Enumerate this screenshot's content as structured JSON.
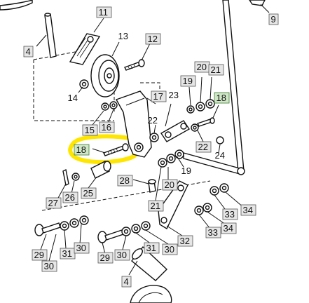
{
  "colors": {
    "highlight": "#ffe600",
    "green_callout": "#cfe7c6",
    "gray_callout": "#e6e6e6"
  },
  "callouts": [
    {
      "id": "c11",
      "label": "11",
      "box": "gray"
    },
    {
      "id": "c13",
      "label": "13",
      "box": "none"
    },
    {
      "id": "c12",
      "label": "12",
      "box": "gray"
    },
    {
      "id": "c9",
      "label": "9",
      "box": "gray"
    },
    {
      "id": "c4a",
      "label": "4",
      "box": "gray"
    },
    {
      "id": "c14",
      "label": "14",
      "box": "none"
    },
    {
      "id": "c17",
      "label": "17",
      "box": "gray"
    },
    {
      "id": "c23",
      "label": "23",
      "box": "none"
    },
    {
      "id": "c19a",
      "label": "19",
      "box": "gray"
    },
    {
      "id": "c20a",
      "label": "20",
      "box": "gray"
    },
    {
      "id": "c21a",
      "label": "21",
      "box": "gray"
    },
    {
      "id": "c18a",
      "label": "18",
      "box": "green"
    },
    {
      "id": "c15",
      "label": "15",
      "box": "gray"
    },
    {
      "id": "c16",
      "label": "16",
      "box": "gray"
    },
    {
      "id": "c22a",
      "label": "22",
      "box": "none"
    },
    {
      "id": "c22b",
      "label": "22",
      "box": "gray"
    },
    {
      "id": "c24",
      "label": "24",
      "box": "none"
    },
    {
      "id": "c18b",
      "label": "18",
      "box": "green"
    },
    {
      "id": "c19b",
      "label": "19",
      "box": "none"
    },
    {
      "id": "c28",
      "label": "28",
      "box": "gray"
    },
    {
      "id": "c20b",
      "label": "20",
      "box": "gray"
    },
    {
      "id": "c21b",
      "label": "21",
      "box": "gray"
    },
    {
      "id": "c27",
      "label": "27",
      "box": "gray"
    },
    {
      "id": "c26",
      "label": "26",
      "box": "gray"
    },
    {
      "id": "c25",
      "label": "25",
      "box": "gray"
    },
    {
      "id": "c33a",
      "label": "33",
      "box": "gray"
    },
    {
      "id": "c34a",
      "label": "34",
      "box": "gray"
    },
    {
      "id": "c33b",
      "label": "33",
      "box": "gray"
    },
    {
      "id": "c34b",
      "label": "34",
      "box": "gray"
    },
    {
      "id": "c32",
      "label": "32",
      "box": "gray"
    },
    {
      "id": "c29a",
      "label": "29",
      "box": "gray"
    },
    {
      "id": "c31a",
      "label": "31",
      "box": "gray"
    },
    {
      "id": "c30a",
      "label": "30",
      "box": "gray"
    },
    {
      "id": "c30b",
      "label": "30",
      "box": "gray"
    },
    {
      "id": "c29b",
      "label": "29",
      "box": "gray"
    },
    {
      "id": "c30c",
      "label": "30",
      "box": "gray"
    },
    {
      "id": "c31b",
      "label": "31",
      "box": "gray"
    },
    {
      "id": "c30d",
      "label": "30",
      "box": "gray"
    },
    {
      "id": "c4b",
      "label": "4",
      "box": "gray"
    }
  ]
}
